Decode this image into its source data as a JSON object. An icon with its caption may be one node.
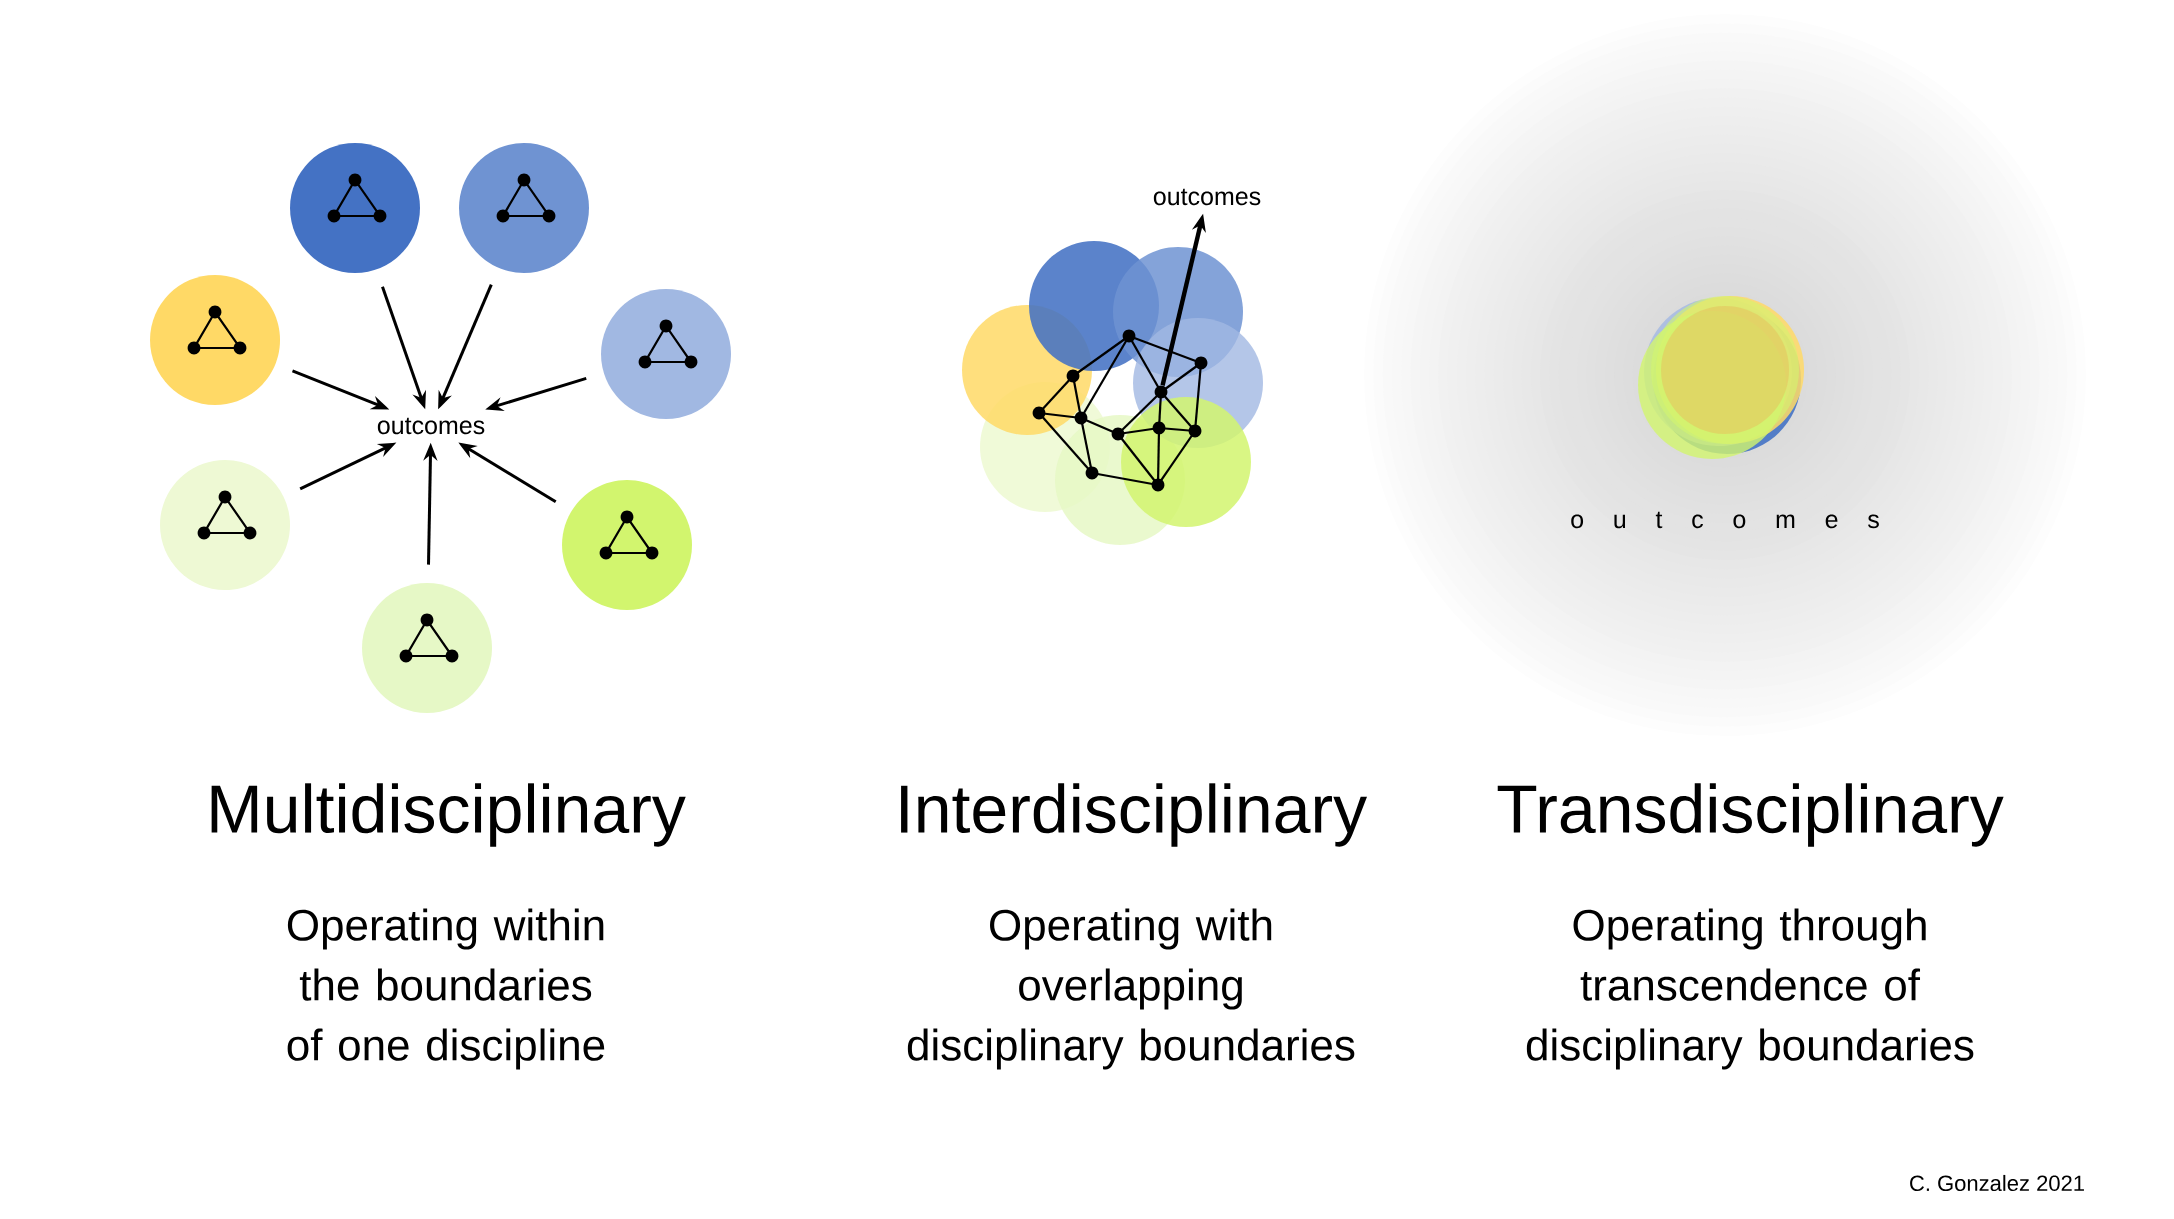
{
  "diagram": {
    "nodes": [
      {
        "text": [],
        "shape": "circle"
      },
      {
        "text": [],
        "shape": "circle"
      },
      {
        "text": [],
        "shape": "circle"
      },
      {
        "text": [],
        "shape": "circle"
      },
      {
        "text": [],
        "shape": "circle"
      },
      {
        "text": [],
        "shape": "circle"
      },
      {
        "text": [],
        "shape": "circle"
      },
      {
        "text": [
          "outcomes"
        ]
      },
      {
        "text": [
          "outcomes"
        ]
      },
      {
        "text": [],
        "shape": "circle"
      }
    ],
    "edges": [
      {
        "from": 0,
        "to": 7,
        "arrow": "to"
      },
      {
        "from": 1,
        "to": 7,
        "arrow": "to"
      },
      {
        "from": 2,
        "to": 7,
        "arrow": "to"
      },
      {
        "from": 3,
        "to": 7,
        "arrow": "to"
      },
      {
        "from": 4,
        "to": 7,
        "arrow": "to"
      },
      {
        "from": 5,
        "to": 7,
        "arrow": "to"
      },
      {
        "from": 6,
        "to": 7,
        "arrow": "to"
      },
      {
        "from": 9,
        "to": 8,
        "arrow": "to"
      }
    ],
    "labels": [
      "o u t c o m e s",
      "Multidisciplinary",
      "Interdisciplinary",
      "Transdisciplinary",
      "Operating within the boundaries of one discipline",
      "Operating with overlapping disciplinary boundaries",
      "Operating through transcendence of disciplinary boundaries",
      "C. Gonzalez 2021"
    ]
  }
}
